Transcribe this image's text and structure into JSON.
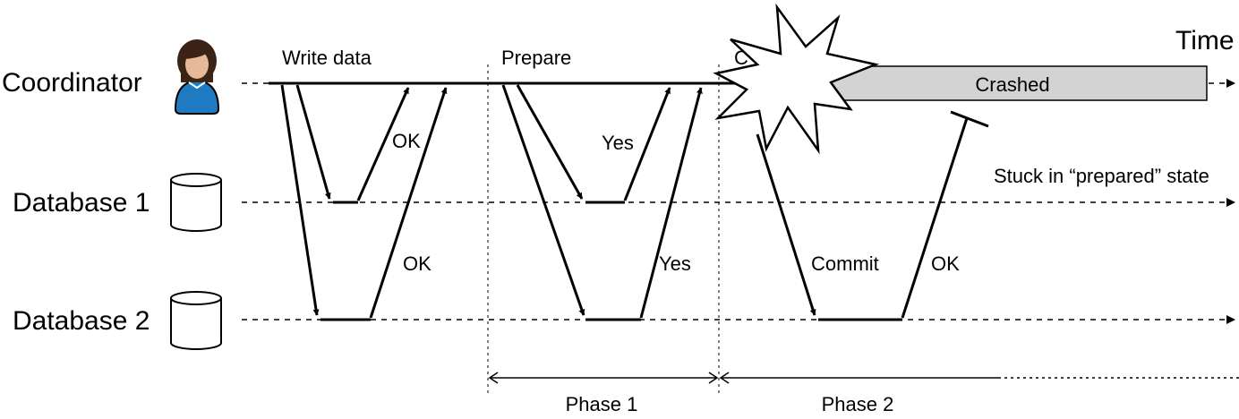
{
  "time_label": "Time",
  "participants": {
    "coordinator": "Coordinator",
    "database1": "Database 1",
    "database2": "Database 2"
  },
  "messages": {
    "write_data": "Write data",
    "ok_db1": "OK",
    "ok_db2": "OK",
    "prepare": "Prepare",
    "yes_db1": "Yes",
    "yes_db2": "Yes",
    "commit_partial": "C",
    "commit": "Commit",
    "ok_commit": "OK"
  },
  "crashed_label": "Crashed",
  "stuck_label": "Stuck in “prepared” state",
  "phases": {
    "phase1": "Phase 1",
    "phase2": "Phase 2"
  },
  "colors": {
    "crash_bar": "#d3d3d3",
    "skin": "#e8b89a",
    "hair": "#3b2416",
    "shirt": "#1f7bc1"
  },
  "icons": {
    "coordinator": "person-icon",
    "databases": "database-cylinder-icon",
    "crash": "explosion-starburst-icon"
  }
}
